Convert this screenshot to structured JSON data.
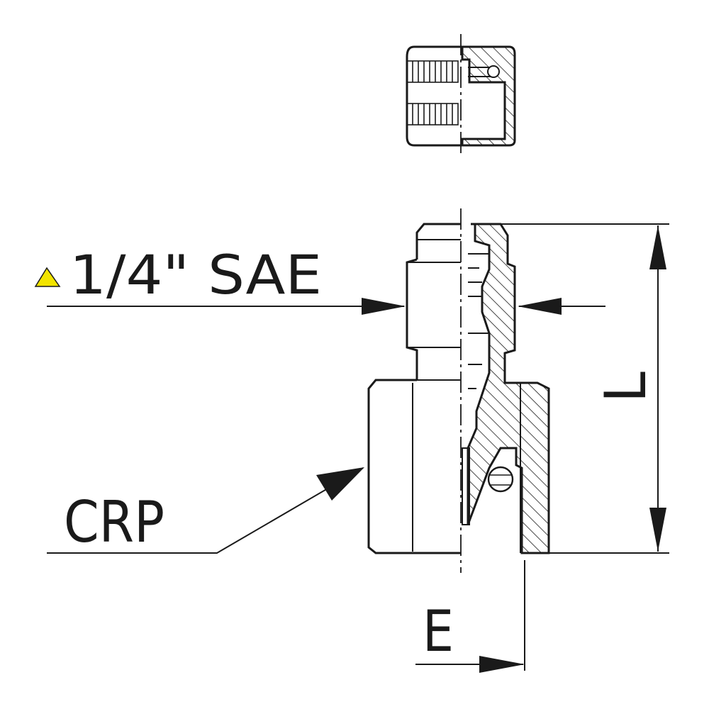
{
  "labels": {
    "thread": "1/4\" SAE",
    "crp": "CRP",
    "length": "L",
    "extension": "E"
  },
  "colors": {
    "ink": "#1a1a1a",
    "marker": "#f2e400",
    "background": "#ffffff"
  },
  "icons": {
    "thread_marker": "triangle-marker-icon"
  }
}
